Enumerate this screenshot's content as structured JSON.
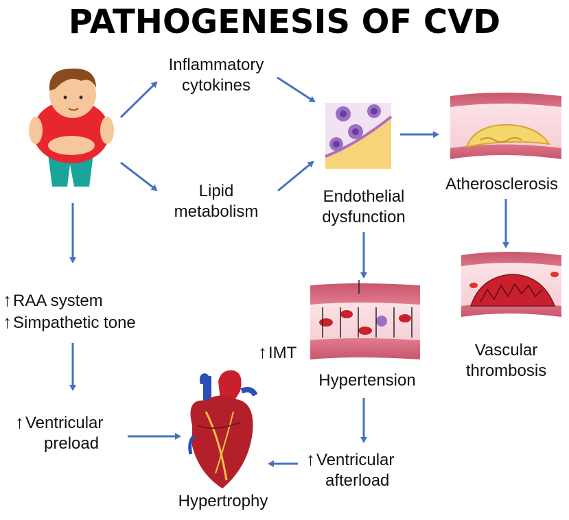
{
  "title": "PATHOGENESIS OF CVD",
  "nodes": {
    "inflammatory": [
      "Inflammatory",
      "cytokines"
    ],
    "lipid": [
      "Lipid",
      "metabolism"
    ],
    "endothelial": [
      "Endothelial",
      "dysfunction"
    ],
    "atherosclerosis": "Atherosclerosis",
    "thrombosis": [
      "Vascular",
      "thrombosis"
    ],
    "raa": "RAA system",
    "sympathetic": "Simpathetic tone",
    "imt": "IMT",
    "hypertension": "Hypertension",
    "preload": [
      "Ventricular",
      "preload"
    ],
    "afterload": [
      "Ventricular",
      "afterload"
    ],
    "hypertrophy": "Hypertrophy"
  },
  "symbols": {
    "increase": "↑"
  },
  "colors": {
    "arrow": "#4472c4",
    "vessel": "#e07a8c",
    "blood": "#c8202c"
  }
}
